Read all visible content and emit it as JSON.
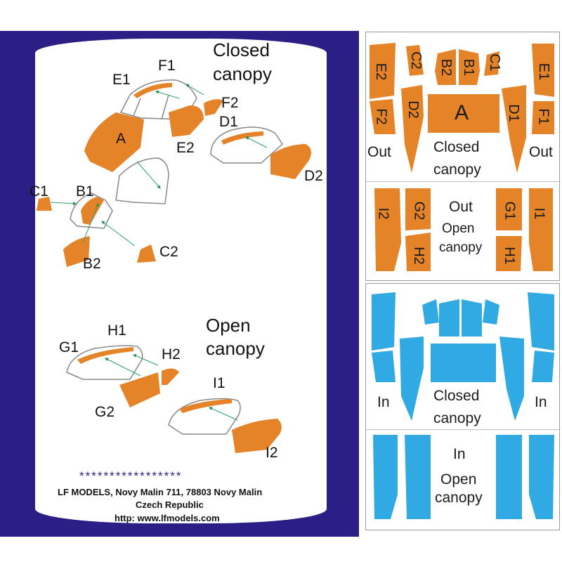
{
  "colors": {
    "frame": "#2b1f85",
    "mask_outer": "#e58329",
    "mask_inner": "#31a9e2",
    "arrow": "#1c8f4a"
  },
  "instructions": {
    "closed_title_1": "Closed",
    "closed_title_2": "canopy",
    "open_title_1": "Open",
    "open_title_2": "canopy",
    "parts": {
      "A": "A",
      "B1": "B1",
      "B2": "B2",
      "C1": "C1",
      "C2": "C2",
      "D1": "D1",
      "D2": "D2",
      "E1": "E1",
      "E2": "E2",
      "F1": "F1",
      "F2": "F2",
      "G1": "G1",
      "G2": "G2",
      "H1": "H1",
      "H2": "H2",
      "I1": "I1",
      "I2": "I2"
    },
    "stars": "*****************",
    "footer_line1": "LF MODELS, Novy Malin 711, 78803 Novy Malin",
    "footer_line2": "Czech Republic",
    "footer_line3": "http: www.lfmodels.com"
  },
  "masks": {
    "out_closed": {
      "labels": [
        "E2",
        "C2",
        "B2",
        "B1",
        "C1",
        "E1",
        "F2",
        "D2",
        "A",
        "D1",
        "F1"
      ],
      "out_left": "Out",
      "out_right": "Out",
      "title_1": "Closed",
      "title_2": "canopy"
    },
    "out_open": {
      "labels": [
        "I2",
        "G2",
        "H2",
        "G1",
        "H1",
        "I1"
      ],
      "out": "Out",
      "title_1": "Open",
      "title_2": "canopy"
    },
    "in_closed": {
      "in_left": "In",
      "in_right": "In",
      "title_1": "Closed",
      "title_2": "canopy"
    },
    "in_open": {
      "in": "In",
      "title_1": "Open",
      "title_2": "canopy"
    }
  }
}
